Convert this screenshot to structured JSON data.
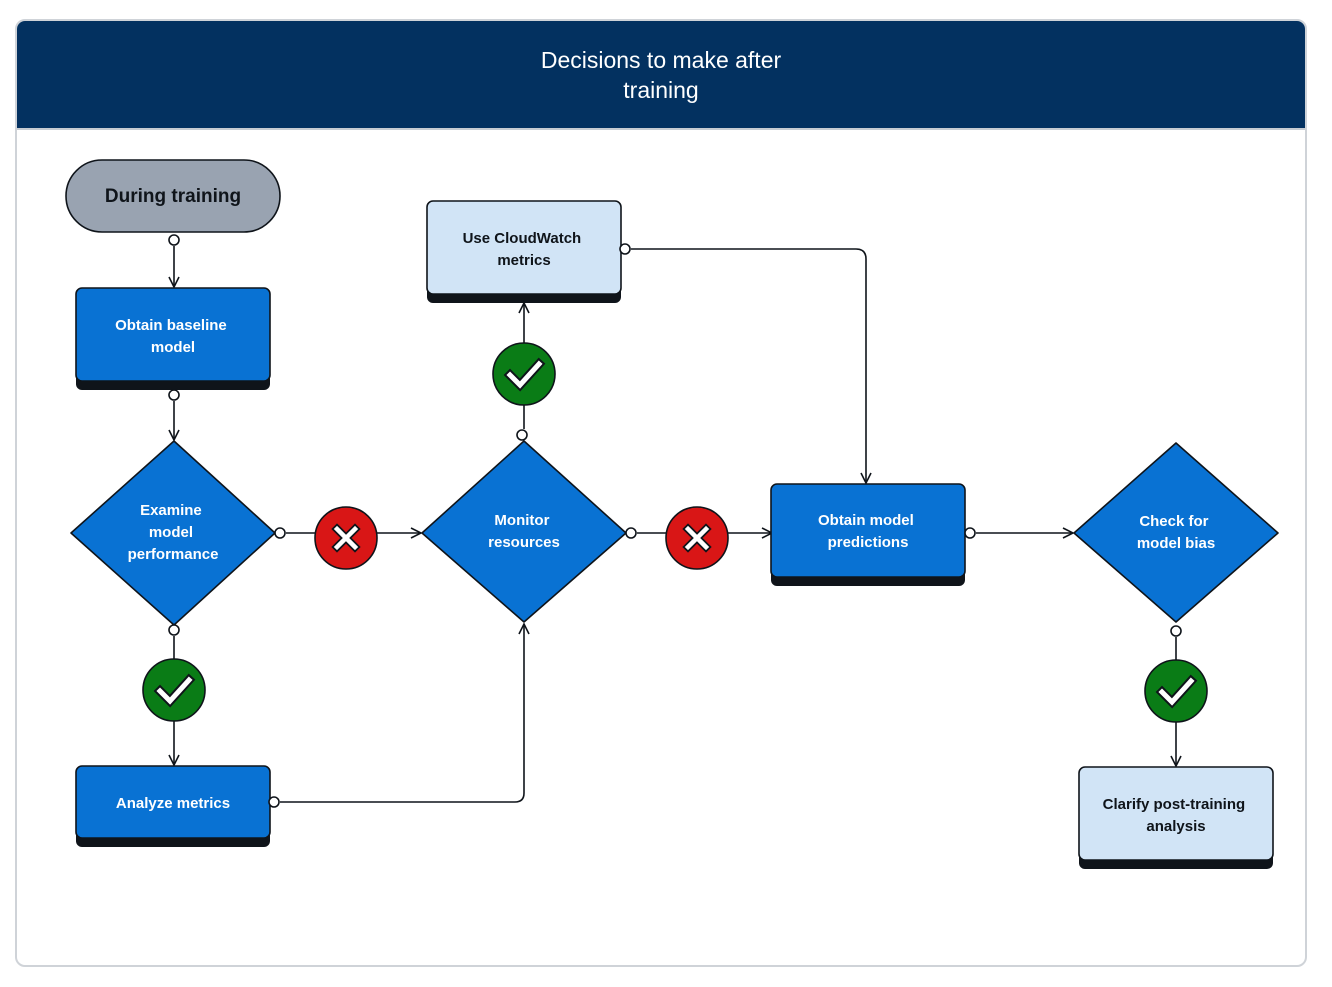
{
  "title": "Decisions to make after training",
  "colors": {
    "header_bg": "#033160",
    "process_fill": "#0972d3",
    "process_shadow": "#0f141a",
    "light_fill": "#d1e4f6",
    "start_fill": "#99a3b1",
    "yes_green": "#0a7c16",
    "no_red": "#d91616",
    "line": "#0f141a"
  },
  "nodes": {
    "during_training": {
      "label": "During training",
      "shape": "terminator"
    },
    "obtain_baseline": {
      "label": "Obtain baseline model",
      "shape": "process"
    },
    "examine_performance": {
      "label": "Examine model performance",
      "shape": "decision"
    },
    "analyze_metrics": {
      "label": "Analyze metrics",
      "shape": "process"
    },
    "monitor_resources": {
      "label": "Monitor resources",
      "shape": "decision"
    },
    "use_cloudwatch": {
      "label": "Use CloudWatch metrics",
      "shape": "process-light"
    },
    "obtain_predictions": {
      "label": "Obtain model predictions",
      "shape": "process"
    },
    "check_bias": {
      "label": "Check for model bias",
      "shape": "decision"
    },
    "clarify_analysis": {
      "label": "Clarify post-training analysis",
      "shape": "process-light"
    }
  },
  "badges": {
    "yes_icon": "checkmark-icon",
    "no_icon": "x-icon"
  },
  "edges": [
    {
      "from": "during_training",
      "to": "obtain_baseline"
    },
    {
      "from": "obtain_baseline",
      "to": "examine_performance"
    },
    {
      "from": "examine_performance",
      "to": "analyze_metrics",
      "decision": "yes"
    },
    {
      "from": "examine_performance",
      "to": "monitor_resources",
      "decision": "no"
    },
    {
      "from": "analyze_metrics",
      "to": "monitor_resources"
    },
    {
      "from": "monitor_resources",
      "to": "use_cloudwatch",
      "decision": "yes"
    },
    {
      "from": "monitor_resources",
      "to": "obtain_predictions",
      "decision": "no"
    },
    {
      "from": "use_cloudwatch",
      "to": "obtain_predictions"
    },
    {
      "from": "obtain_predictions",
      "to": "check_bias"
    },
    {
      "from": "check_bias",
      "to": "clarify_analysis",
      "decision": "yes"
    }
  ]
}
